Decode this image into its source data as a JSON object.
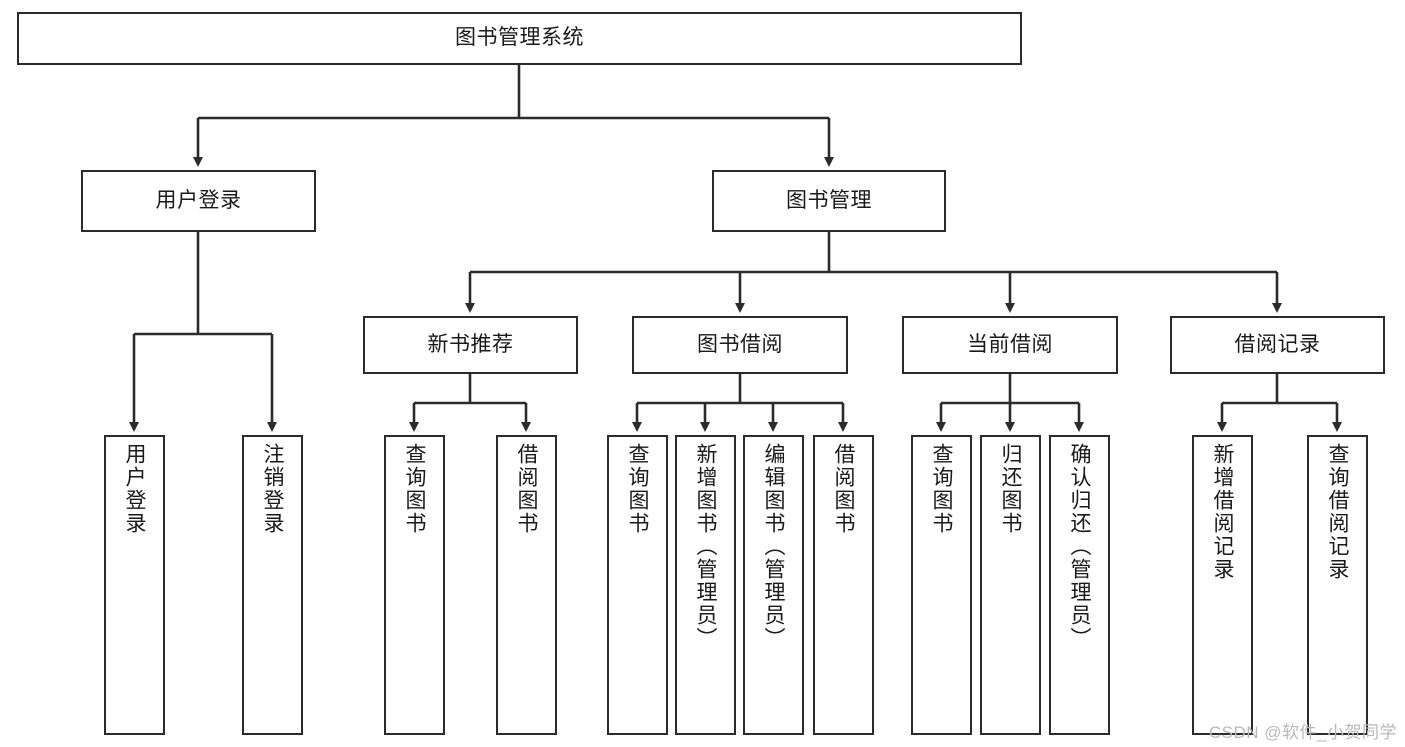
{
  "diagram": {
    "type": "tree",
    "title": "图书管理系统",
    "root": {
      "id": "root",
      "label": "图书管理系统"
    },
    "level2": [
      {
        "id": "user-login",
        "label": "用户登录"
      },
      {
        "id": "book-manage",
        "label": "图书管理"
      }
    ],
    "level3": [
      {
        "id": "new-book-rec",
        "label": "新书推荐",
        "parent": "book-manage"
      },
      {
        "id": "book-borrow",
        "label": "图书借阅",
        "parent": "book-manage"
      },
      {
        "id": "current-borrow",
        "label": "当前借阅",
        "parent": "book-manage"
      },
      {
        "id": "borrow-record",
        "label": "借阅记录",
        "parent": "book-manage"
      }
    ],
    "leaves": [
      {
        "id": "leaf-user-login",
        "label": "用户登录",
        "parent": "user-login"
      },
      {
        "id": "leaf-logout",
        "label": "注销登录",
        "parent": "user-login"
      },
      {
        "id": "leaf-query-book-1",
        "label": "查询图书",
        "parent": "new-book-rec"
      },
      {
        "id": "leaf-borrow-book-1",
        "label": "借阅图书",
        "parent": "new-book-rec"
      },
      {
        "id": "leaf-query-book-2",
        "label": "查询图书",
        "parent": "book-borrow"
      },
      {
        "id": "leaf-add-book",
        "label": "新增图书（管理员）",
        "parent": "book-borrow"
      },
      {
        "id": "leaf-edit-book",
        "label": "编辑图书（管理员）",
        "parent": "book-borrow"
      },
      {
        "id": "leaf-borrow-book-2",
        "label": "借阅图书",
        "parent": "book-borrow"
      },
      {
        "id": "leaf-query-book-3",
        "label": "查询图书",
        "parent": "current-borrow"
      },
      {
        "id": "leaf-return-book",
        "label": "归还图书",
        "parent": "current-borrow"
      },
      {
        "id": "leaf-confirm-return",
        "label": "确认归还（管理员）",
        "parent": "current-borrow"
      },
      {
        "id": "leaf-add-record",
        "label": "新增借阅记录",
        "parent": "borrow-record"
      },
      {
        "id": "leaf-query-record",
        "label": "查询借阅记录",
        "parent": "borrow-record"
      }
    ],
    "colors": {
      "stroke": "#2b2b2b",
      "fill": "#ffffff",
      "text": "#1a1a1a",
      "watermark": "#b9b9b9"
    }
  },
  "watermark": {
    "text": "CSDN @软件_小贺同学"
  }
}
